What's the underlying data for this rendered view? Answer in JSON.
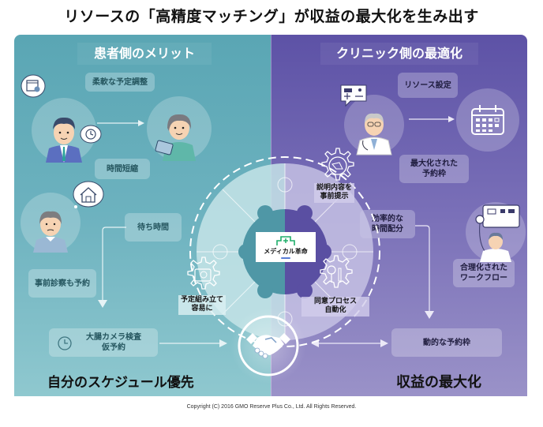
{
  "title": "リソースの「高精度マッチング」が収益の最大化を生み出す",
  "left": {
    "header": "患者側のメリット",
    "boxes": {
      "flexible": "柔軟な予定調整",
      "short": "時間短縮",
      "wait": "待ち時間",
      "pre_exam": "事前診察も予約",
      "camera_line1": "大腸カメラ検査",
      "camera_line2": "仮予約"
    },
    "bottom": "自分のスケジュール優先"
  },
  "right": {
    "header": "クリニック側の最適化",
    "boxes": {
      "resource": "リソース設定",
      "max_slots_line1": "最大化された",
      "max_slots_line2": "予約枠",
      "efficient_line1": "効率的な",
      "efficient_line2": "時間配分",
      "workflow_line1": "合理化された",
      "workflow_line2": "ワークフロー",
      "dynamic": "動的な予約枠"
    },
    "bottom": "収益の最大化"
  },
  "center": {
    "logo_text": "メディカル革命",
    "tags": {
      "explain_line1": "説明内容を",
      "explain_line2": "事前提示",
      "schedule_line1": "予定組み立て",
      "schedule_line2": "容易に",
      "consent_line1": "同意プロセス",
      "consent_line2": "自動化"
    }
  },
  "icons": {
    "patient_man": "businessman-avatar-icon",
    "patient_woman": "woman-tablet-avatar-icon",
    "patient_older": "older-man-avatar-icon",
    "doctor_1": "doctor-avatar-icon",
    "doctor_2": "doctor-monitor-avatar-icon",
    "calendar": "calendar-icon",
    "clock": "clock-icon",
    "house": "house-icon",
    "handshake": "handshake-icon",
    "puzzle": "puzzle-ring-icon",
    "gear": "gear-icon"
  },
  "colors": {
    "left_panel": "#5aa6b4",
    "right_panel": "#5d52a6",
    "logo_green": "#1fae6a"
  },
  "copyright": "Copyright (C) 2016 GMO Reserve Plus Co., Ltd. All Rights Reserved."
}
